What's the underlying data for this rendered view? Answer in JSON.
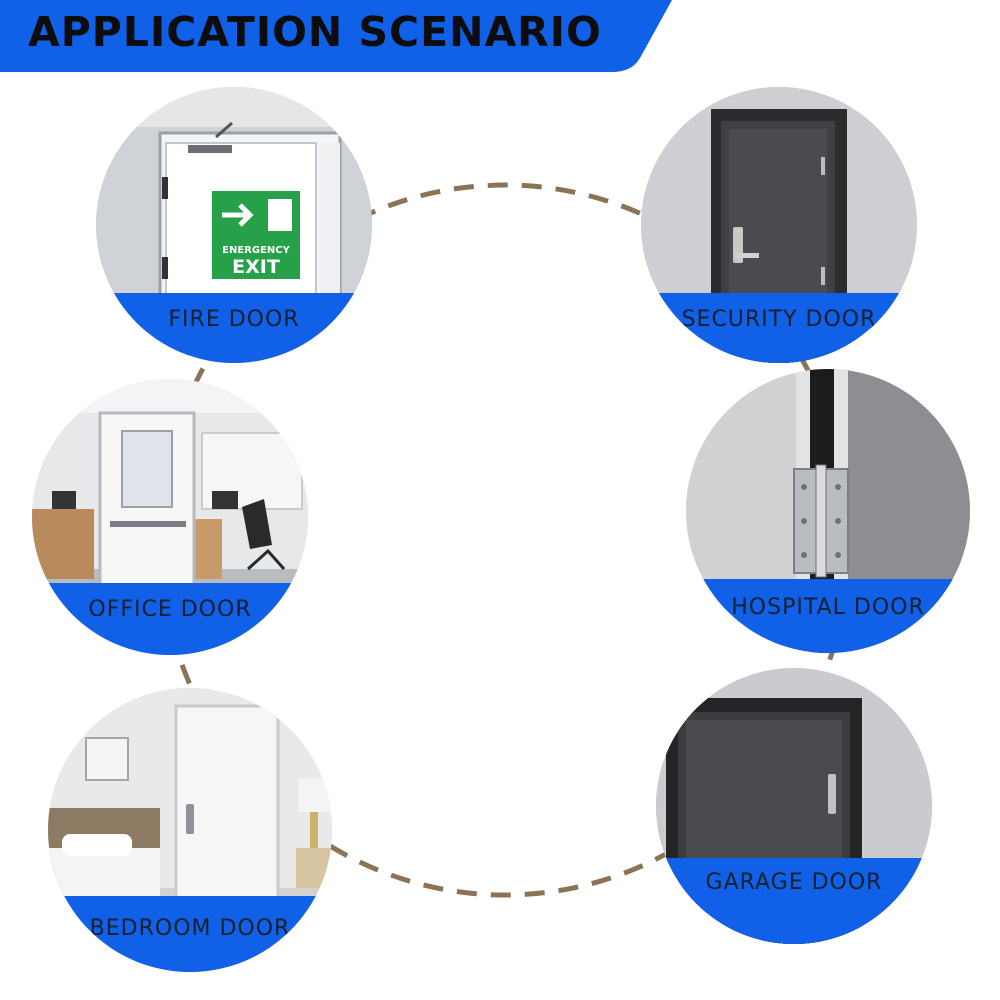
{
  "header": {
    "title": "APPLICATION SCENARIO"
  },
  "scenes": {
    "fire": {
      "label": "FIRE DOOR",
      "sign_line1": "ENERGENCY",
      "sign_line2": "EXIT"
    },
    "security": {
      "label": "SECURITY DOOR"
    },
    "office": {
      "label": "OFFICE DOOR"
    },
    "hospital": {
      "label": "HOSPITAL DOOR"
    },
    "bedroom": {
      "label": "BEDROOM DOOR"
    },
    "garage": {
      "label": "GARAGE DOOR"
    }
  },
  "colors": {
    "banner": "#1160e8",
    "band": "#1160e8",
    "ring_dash": "#8b7355",
    "sign_green": "#27a04a"
  }
}
